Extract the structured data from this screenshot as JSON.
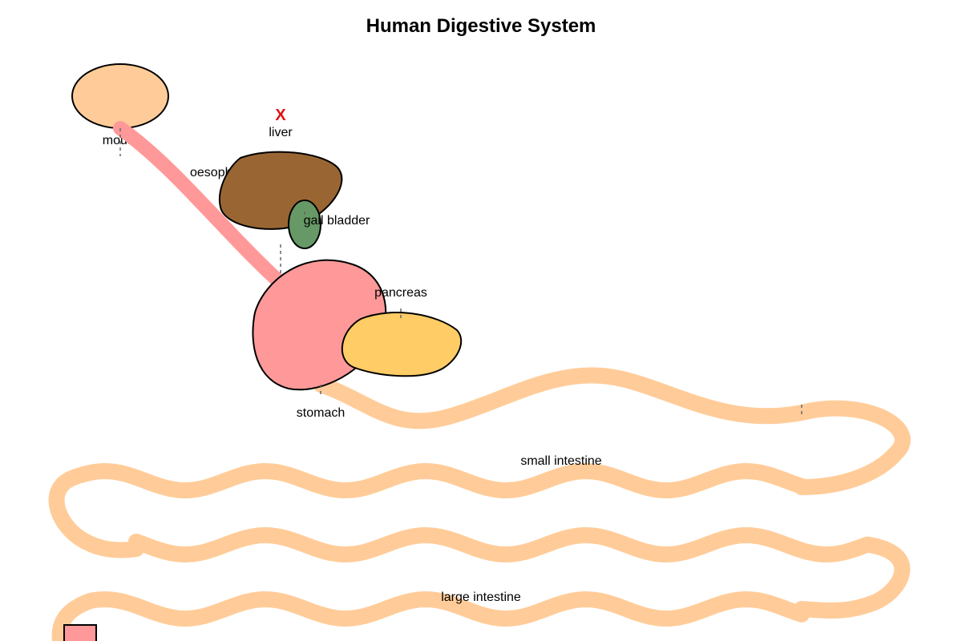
{
  "title": "Human Digestive System",
  "marker": {
    "text": "X",
    "color": "#dd1111"
  },
  "labels": {
    "mouth": "mouth",
    "oesophagus": "oesophagus",
    "liver": "liver",
    "gall_bladder": "gall bladder",
    "pancreas": "pancreas",
    "stomach": "stomach",
    "small_intestine": "small intestine",
    "large_intestine": "large intestine"
  },
  "colors": {
    "mouth": "#ffcc99",
    "oesophagus": "#ff9999",
    "liver": "#996633",
    "gall_bladder": "#669966",
    "stomach": "#ff9999",
    "pancreas": "#ffcc66",
    "intestine": "#ffcc99",
    "rectum": "#ff9999"
  }
}
